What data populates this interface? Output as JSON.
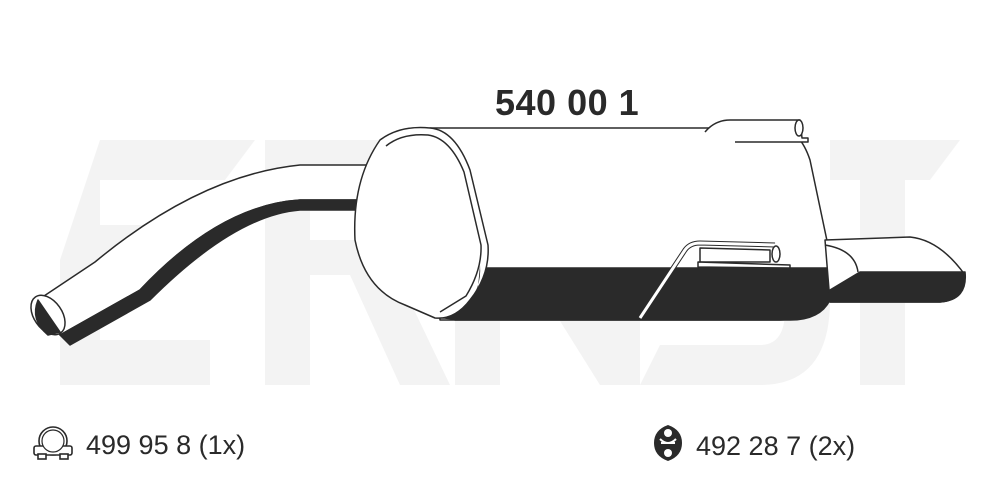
{
  "watermark": {
    "text": "ERNST",
    "color": "#f3f3f3"
  },
  "product": {
    "part_number": "540 00 1",
    "type": "rear-silencer"
  },
  "colors": {
    "ink": "#2a2a2a",
    "background": "#ffffff",
    "watermark": "#f3f3f3"
  },
  "accessories": [
    {
      "icon": "pipe-clamp-icon",
      "label": "499 95 8 (1x)"
    },
    {
      "icon": "rubber-hanger-icon",
      "label": "492 28 7 (2x)"
    }
  ]
}
